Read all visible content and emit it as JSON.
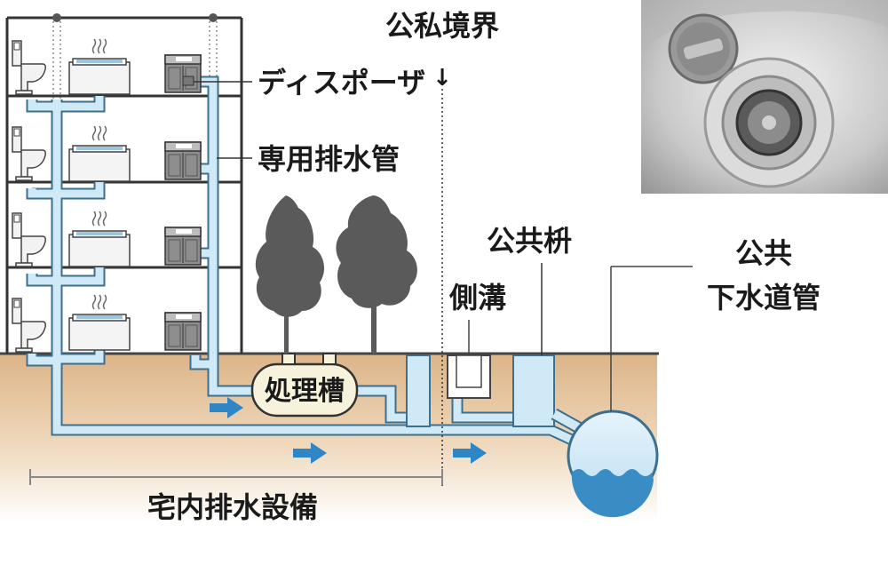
{
  "labels": {
    "boundary": "公私境界",
    "disposer": "ディスポーザ",
    "dedicated_pipe": "専用排水管",
    "public_basin": "公共枡",
    "side_ditch": "側溝",
    "public_sewer_line1": "公共",
    "public_sewer_line2": "下水道管",
    "treatment_tank": "処理槽",
    "indoor_facility": "宅内排水設備"
  },
  "boundary_arrow": "↓",
  "colors": {
    "pipe_fill": "#cfe9f6",
    "pipe_stroke": "#3d6f8e",
    "soil_top": "#ddb88a",
    "soil_bottom": "#ffffff",
    "flow_arrow": "#2f86c7",
    "tree": "#5a5a5a",
    "building": "#3a3a3a",
    "water": "#3a8cc4",
    "tank_fill": "#f7f2dc"
  },
  "icons": [
    "toilet-icon",
    "bathtub-icon",
    "kitchen-sink-icon",
    "tree-icon",
    "flow-arrow-icon",
    "sink-drain-photo"
  ]
}
